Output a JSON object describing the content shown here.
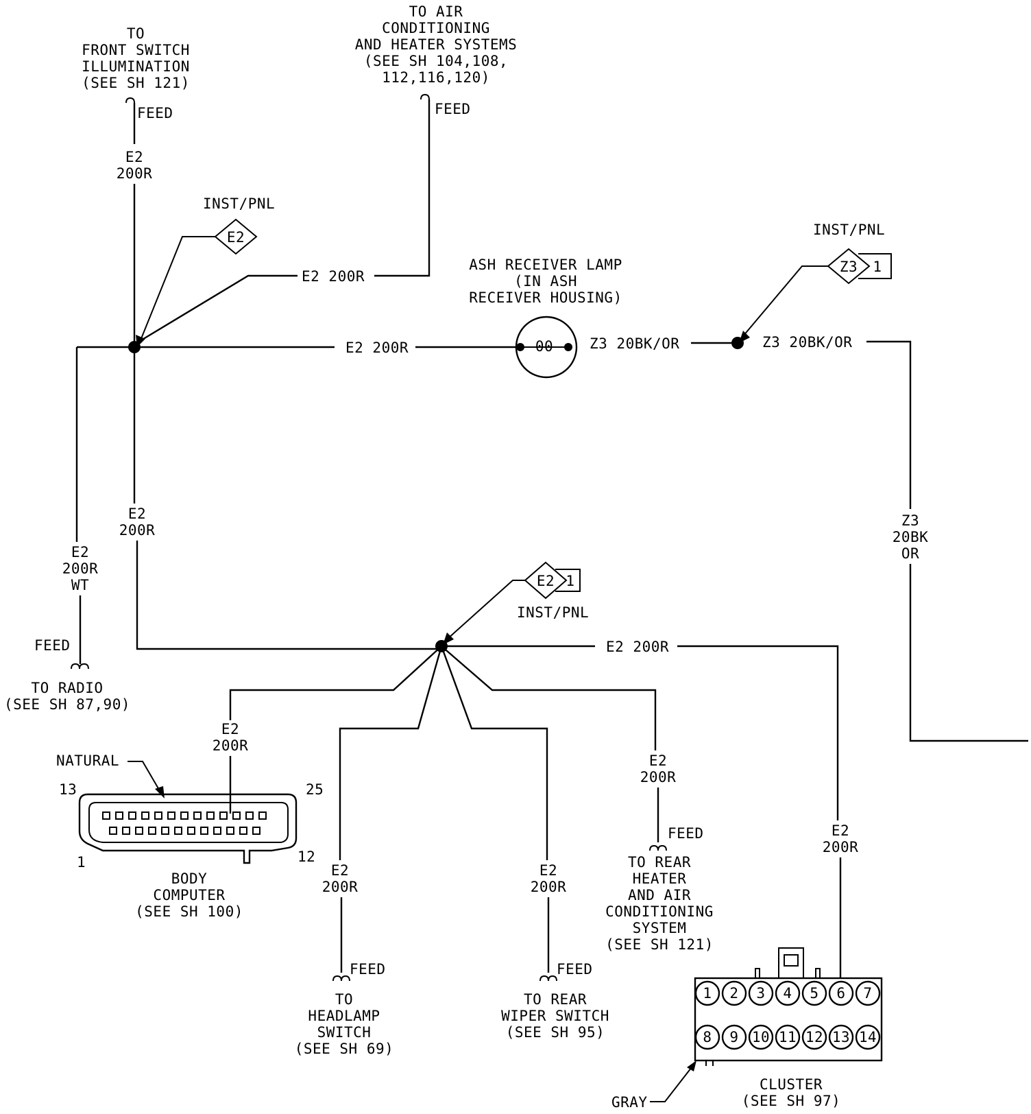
{
  "labels": {
    "front_switch": [
      "TO",
      "FRONT SWITCH",
      "ILLUMINATION",
      "(SEE SH 121)"
    ],
    "air_cond": [
      "TO AIR",
      "CONDITIONING",
      "AND HEATER SYSTEMS",
      "(SEE SH 104,108,",
      "112,116,120)"
    ],
    "feed": "FEED",
    "inst_pnl": "INST/PNL",
    "e2": "E2",
    "z3": "Z3",
    "pin1": "1",
    "wire_e2": "E2 200R",
    "wire_z3": "Z3 20BK/OR",
    "e2_code": "E2",
    "e2_200r": "200R",
    "e2_wt": "WT",
    "z3_code": "Z3",
    "z3_20bk": "20BK",
    "z3_or": "OR",
    "ash_lamp": [
      "ASH RECEIVER LAMP",
      "(IN ASH",
      "RECEIVER HOUSING)"
    ],
    "radio": [
      "TO RADIO",
      "(SEE SH 87,90)"
    ],
    "natural": "NATURAL",
    "pin13": "13",
    "pin25": "25",
    "pin1b": "1",
    "pin12": "12",
    "body_computer": [
      "BODY",
      "COMPUTER",
      "(SEE SH 100)"
    ],
    "headlamp": [
      "TO",
      "HEADLAMP",
      "SWITCH",
      "(SEE SH 69)"
    ],
    "rear_wiper": [
      "TO REAR",
      "WIPER SWITCH",
      "(SEE SH 95)"
    ],
    "rear_heater": [
      "TO REAR",
      "HEATER",
      "AND AIR",
      "CONDITIONING",
      "SYSTEM",
      "(SEE SH 121)"
    ],
    "gray": "GRAY",
    "cluster": [
      "CLUSTER",
      "(SEE SH 97)"
    ],
    "cluster_pins": [
      "1",
      "2",
      "3",
      "4",
      "5",
      "6",
      "7",
      "8",
      "9",
      "10",
      "11",
      "12",
      "13",
      "14"
    ],
    "lamp_symbol": "00"
  }
}
